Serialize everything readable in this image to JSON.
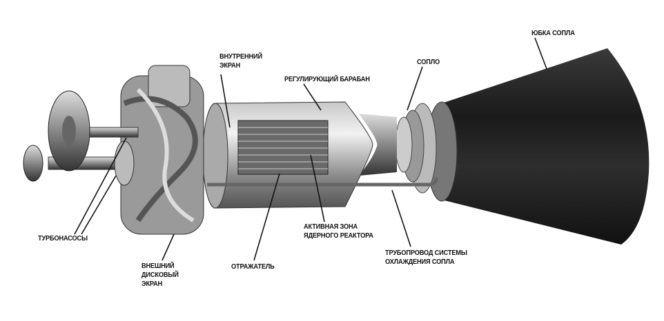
{
  "labels": {
    "nozzle_skirt": "ЮБКА СОПЛА",
    "nozzle": "СОПЛО",
    "inner_shield": [
      "ВНУТРЕННИЙ",
      "ЭКРАН"
    ],
    "control_drum": "РЕГУЛИРУЮЩИЙ БАРАБАН",
    "turbopumps": "ТУРБОНАСОСЫ",
    "outer_disk_shield": [
      "ВНЕШНИЙ",
      "ДИСКОВЫЙ",
      "ЭКРАН"
    ],
    "reflector": "ОТРАЖАТЕЛЬ",
    "reactor_core": [
      "АКТИВНАЯ ЗОНА",
      "ЯДЕРНОГО РЕАКТОРА"
    ],
    "cooling_pipeline": [
      "ТРУБОПРОВОД СИСТЕМЫ",
      "ОХЛАЖДЕНИЯ СОПЛА"
    ]
  }
}
